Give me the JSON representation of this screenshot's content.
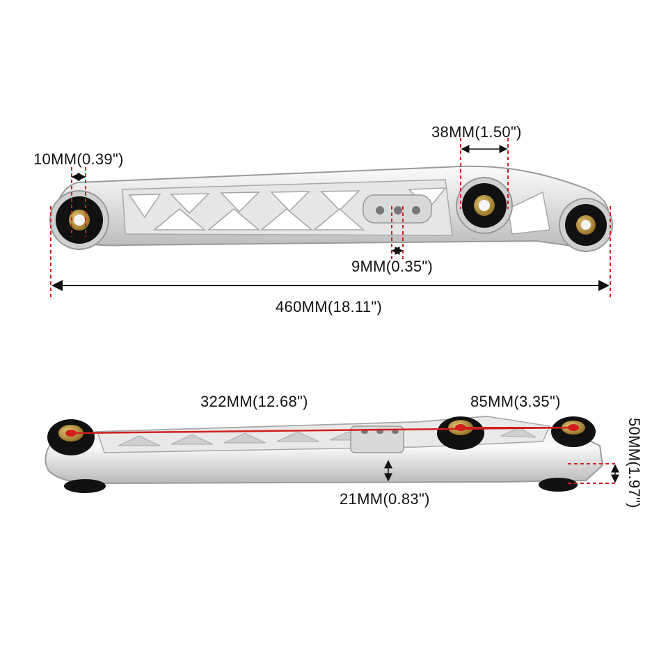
{
  "colors": {
    "metal_light": "#f1f1f1",
    "metal_mid": "#d5d5d5",
    "metal_dark": "#9a9a9a",
    "bushing": "#0e0e0e",
    "brass": "#b58a2e",
    "dimension_red": "#d11f1f",
    "dimension_black": "#111111"
  },
  "top_view": {
    "dims": {
      "bushing_bore": "10MM(0.39\")",
      "bushing_spacing": "38MM(1.50\")",
      "slot_spacing": "9MM(0.35\")",
      "overall_length": "460MM(18.11\")"
    }
  },
  "side_view": {
    "dims": {
      "center_to_center": "322MM(12.68\")",
      "inner_span": "85MM(3.35\")",
      "body_height": "21MM(0.83\")",
      "end_height": "50MM(1.97\")"
    }
  }
}
